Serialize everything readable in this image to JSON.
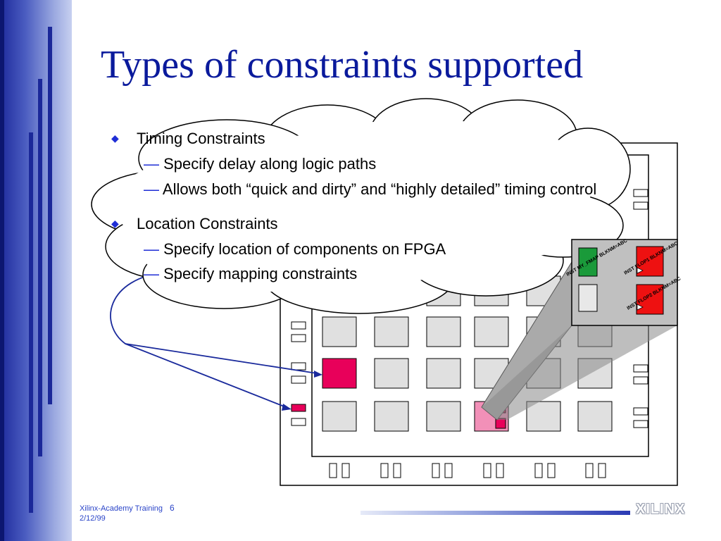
{
  "slide": {
    "title": "Types of constraints supported",
    "bullets": [
      {
        "text": "Timing Constraints",
        "subitems": [
          "Specify delay along logic paths",
          "Allows both “quick and dirty” and “highly detailed” timing control"
        ]
      },
      {
        "text": "Location Constraints",
        "subitems": [
          "Specify location of components on FPGA",
          "Specify mapping constraints"
        ]
      }
    ],
    "dash_glyph": "—",
    "diamond_glyph": "◆"
  },
  "diagram": {
    "labels": [
      "INST MY_FMAP BLKNM=ABC",
      "INST FLOP1 BLKNM=ABC",
      "INST FLOP2 BLKNM=ABC"
    ]
  },
  "colors": {
    "title": "#0a1a9c",
    "bullet_accent": "#1f2ed6",
    "highlight_clb": "#e8005a",
    "highlight_clb_light": "#f290b8",
    "flop_red": "#ee1111",
    "fmap_green": "#1a9a3a",
    "arrow_blue": "#1a2a9c"
  },
  "footer": {
    "course": "Xilinx-Academy Training",
    "page": "6",
    "date": "2/12/99",
    "logo": "XILINX"
  }
}
